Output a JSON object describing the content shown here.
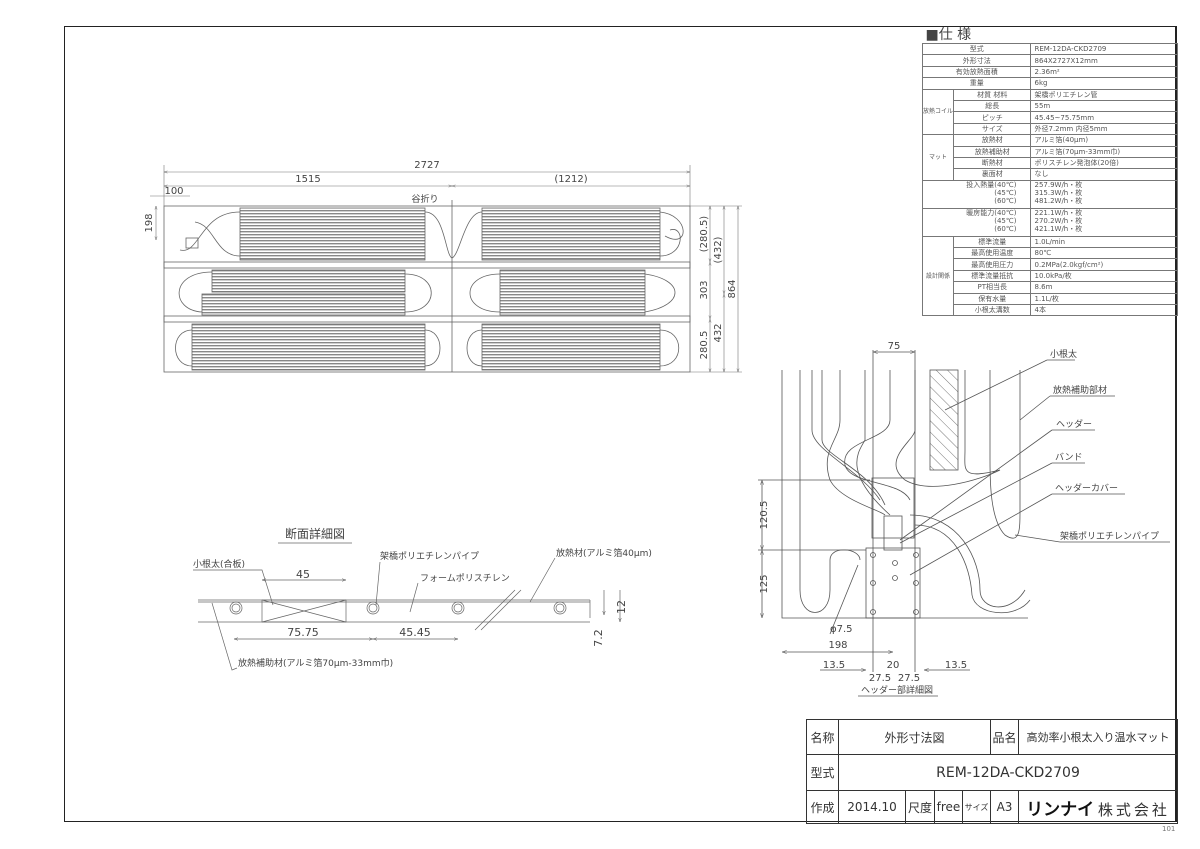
{
  "spec": {
    "heading": "■仕 様",
    "rows": [
      {
        "label": "型式",
        "value": "REM-12DA-CKD2709"
      },
      {
        "label": "外形寸法",
        "value": "864X2727X12mm"
      },
      {
        "label": "有効放熱面積",
        "value": "2.36m²"
      },
      {
        "label": "重量",
        "value": "6kg"
      }
    ],
    "coil_group": "放熱コイル",
    "coil_rows": [
      {
        "label": "材質 材料",
        "value": "架橋ポリエチレン管"
      },
      {
        "label": "総長",
        "value": "55m"
      },
      {
        "label": "ピッチ",
        "value": "45.45~75.75mm"
      },
      {
        "label": "サイズ",
        "value": "外径7.2mm 内径5mm"
      }
    ],
    "mat_group": "マット",
    "mat_rows": [
      {
        "label": "放熱材",
        "value": "アルミ箔(40μm)"
      },
      {
        "label": "放熱補助材",
        "value": "アルミ箔(70μm-33mm巾)"
      },
      {
        "label": "断熱材",
        "value": "ポリスチレン発泡体(20倍)"
      },
      {
        "label": "裏面材",
        "value": "なし"
      }
    ],
    "heat_input": {
      "labels": [
        "投入熱量(40℃)",
        "(45℃)",
        "(60℃)"
      ],
      "values": [
        "257.9W/h・枚",
        "315.3W/h・枚",
        "481.2W/h・枚"
      ]
    },
    "heating_capacity": {
      "labels": [
        "暖房能力(40℃)",
        "(45℃)",
        "(60℃)"
      ],
      "values": [
        "221.1W/h・枚",
        "270.2W/h・枚",
        "421.1W/h・枚"
      ]
    },
    "design_group": "設計関係",
    "design_rows": [
      {
        "label": "標準流量",
        "value": "1.0L/min"
      },
      {
        "label": "最高使用温度",
        "value": "80℃"
      },
      {
        "label": "最高使用圧力",
        "value": "0.2MPa(2.0kgf/cm²)"
      },
      {
        "label": "標準流量抵抗",
        "value": "10.0kPa/枚"
      },
      {
        "label": "PT相当長",
        "value": "8.6m"
      },
      {
        "label": "保有水量",
        "value": "1.1L/枚"
      },
      {
        "label": "小根太溝数",
        "value": "4本"
      }
    ]
  },
  "plan": {
    "dim_total": "2727",
    "dim_left": "1515",
    "dim_right": "(1212)",
    "dim_100": "100",
    "dim_198": "198",
    "fold_label": "谷折り",
    "dim_r1": "(280.5)",
    "dim_r2": "(432)",
    "dim_r3": "303",
    "dim_r4": "864",
    "dim_r5": "432",
    "dim_r6": "280.5"
  },
  "section": {
    "title": "断面詳細図",
    "joist_label": "小根太(合板)",
    "pipe_label": "架橋ポリエチレンパイプ",
    "foam_label": "フォームポリスチレン",
    "radiator_label": "放熱材(アルミ箔40μm)",
    "aux_label": "放熱補助材(アルミ箔70μm-33mm巾)",
    "dim_45": "45",
    "dim_7575": "75.75",
    "dim_4545": "45.45",
    "dim_12": "12",
    "dim_72": "7.2"
  },
  "header_detail": {
    "title": "ヘッダー部詳細図",
    "labels": [
      "小根太",
      "放熱補助部材",
      "ヘッダー",
      "バンド",
      "ヘッダーカバー",
      "架橋ポリエチレンパイプ"
    ],
    "dim_75": "75",
    "dim_1205": "120.5",
    "dim_125": "125",
    "dim_phi": "φ7.5",
    "dim_198": "198",
    "dim_135_left": "13.5",
    "dim_20": "20",
    "dim_135_right": "13.5",
    "dim_275_a": "27.5",
    "dim_275_b": "27.5"
  },
  "title_block": {
    "name_label": "名称",
    "name_value": "外形寸法図",
    "product_label": "品名",
    "product_value": "高効率小根太入り温水マット",
    "model_label": "型式",
    "model_value": "REM-12DA-CKD2709",
    "created_label": "作成",
    "created_value": "2014.10",
    "scale_label": "尺度",
    "scale_value": "free",
    "size_label": "サイズ",
    "size_value": "A3",
    "company_logo": "リンナイ",
    "company_suffix": "株式会社"
  },
  "page_number": "101"
}
